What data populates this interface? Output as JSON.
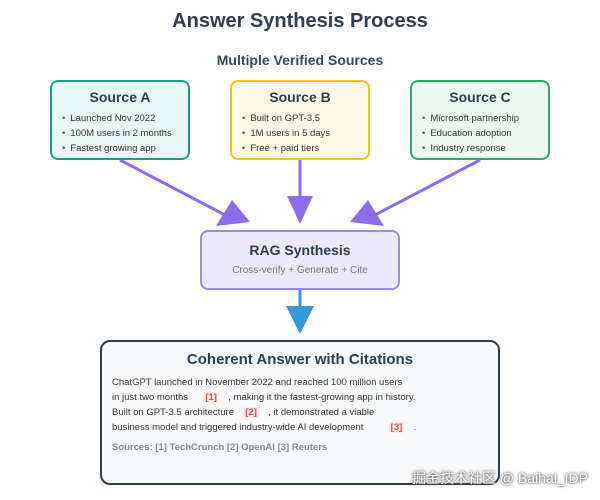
{
  "title": "Answer Synthesis Process",
  "subtitle": "Multiple Verified Sources",
  "sources": [
    {
      "title": "Source A",
      "items": [
        "Launched Nov 2022",
        "100M users in 2 months",
        "Fastest growing app"
      ]
    },
    {
      "title": "Source B",
      "items": [
        "Built on GPT-3.5",
        "1M users in 5 days",
        "Free + paid tiers"
      ]
    },
    {
      "title": "Source C",
      "items": [
        "Microsoft partnership",
        "Education adoption",
        "Industry response"
      ]
    }
  ],
  "rag": {
    "title": "RAG Synthesis",
    "subtitle": "Cross-verify + Generate + Cite"
  },
  "answer": {
    "title": "Coherent Answer with Citations",
    "line1": "ChatGPT launched in November 2022 and reached 100 million users",
    "line2a": "in just two months",
    "cite1": "[1]",
    "line2b": ", making it the fastest-growing app in history.",
    "line3a": "Built on GPT-3.5 architecture",
    "cite2": "[2]",
    "line3b": ", it demonstrated a viable",
    "line4a": "business model and triggered industry-wide AI development",
    "cite3": "[3]",
    "line4b": ".",
    "sources_line": "Sources: [1] TechCrunch [2] OpenAI [3] Reuters"
  },
  "watermark": "掘金技术社区 @ Baihai_IDP",
  "colors": {
    "arrow_purple": "#8e6cf0",
    "arrow_blue": "#3498db",
    "source_a_border": "#16a085",
    "source_b_border": "#f1c40f",
    "source_c_border": "#27ae60",
    "rag_border": "#9b8ce0",
    "answer_border": "#2c3e50",
    "citation": "#e74c3c"
  }
}
